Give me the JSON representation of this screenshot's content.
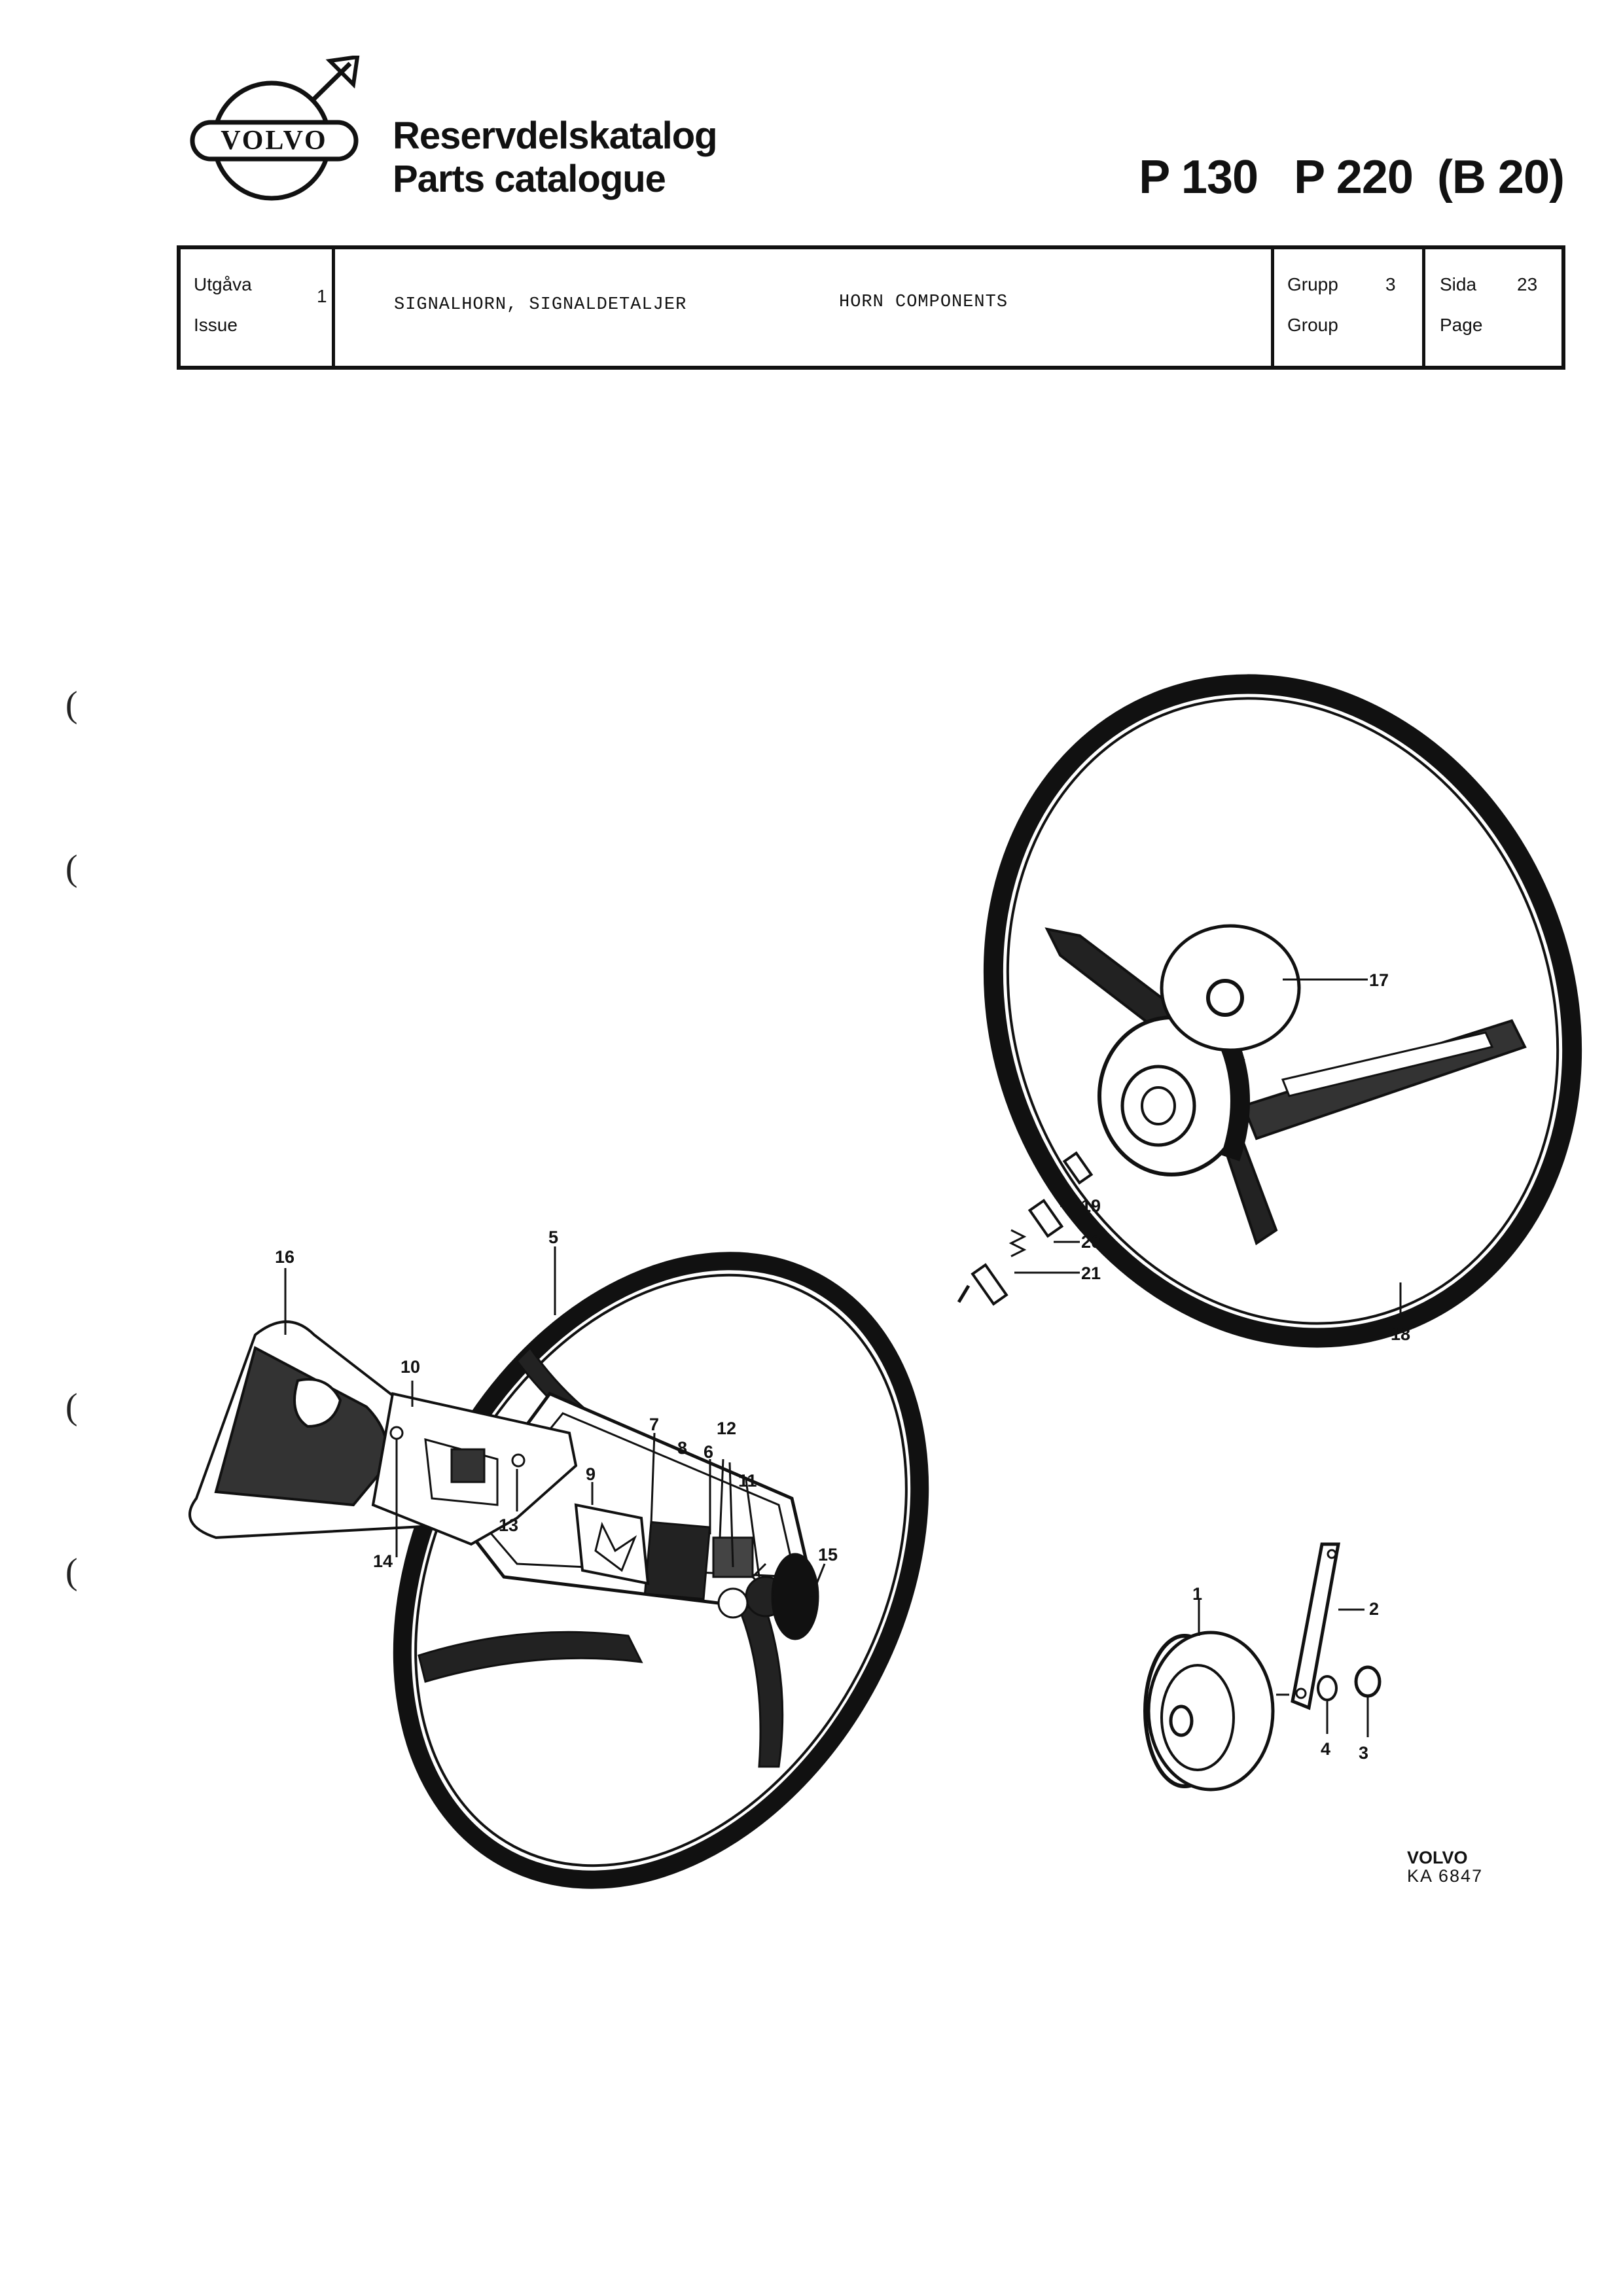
{
  "header": {
    "brand": "VOLVO",
    "title_sv": "Reservdelskatalog",
    "title_en": "Parts catalogue",
    "models": [
      "P 130",
      "P 220",
      "(B 20)"
    ]
  },
  "info_table": {
    "issue_label_sv": "Utgåva",
    "issue_label_en": "Issue",
    "issue_value": "1",
    "description_sv": "SIGNALHORN, SIGNALDETALJER",
    "description_en": "HORN COMPONENTS",
    "group_label_sv": "Grupp",
    "group_label_en": "Group",
    "group_value": "3",
    "page_label_sv": "Sida",
    "page_label_en": "Page",
    "page_value": "23"
  },
  "diagram": {
    "callouts": [
      "1",
      "2",
      "3",
      "4",
      "5",
      "6",
      "7",
      "8",
      "9",
      "10",
      "11",
      "12",
      "13",
      "14",
      "15",
      "16",
      "17",
      "18",
      "19",
      "20",
      "21"
    ],
    "drawing_brand": "VOLVO",
    "drawing_code": "KA 6847"
  },
  "margin_marks": [
    "(",
    "(",
    "(",
    "("
  ]
}
